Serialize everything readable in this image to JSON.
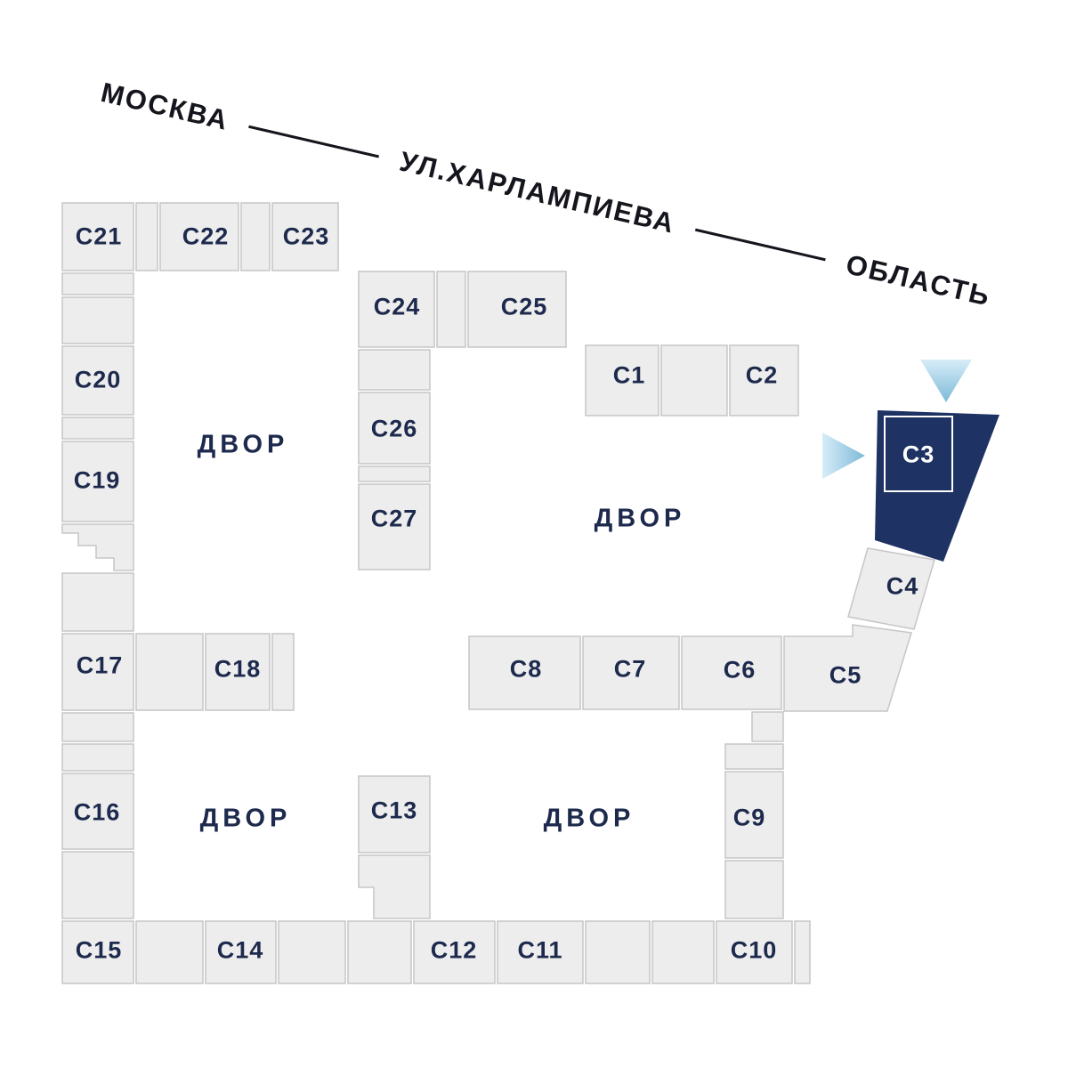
{
  "street": {
    "left": "МОСКВА",
    "middle": "УЛ.ХАРЛАМПИЕВА",
    "right": "ОБЛАСТЬ"
  },
  "labels": {
    "courtyard": "ДВОР"
  },
  "buildings": {
    "c1": {
      "label": "С1"
    },
    "c2": {
      "label": "С2"
    },
    "c3": {
      "label": "С3",
      "highlighted": true
    },
    "c4": {
      "label": "С4"
    },
    "c5": {
      "label": "С5"
    },
    "c6": {
      "label": "С6"
    },
    "c7": {
      "label": "С7"
    },
    "c8": {
      "label": "С8"
    },
    "c9": {
      "label": "С9"
    },
    "c10": {
      "label": "С10"
    },
    "c11": {
      "label": "С11"
    },
    "c12": {
      "label": "С12"
    },
    "c13": {
      "label": "С13"
    },
    "c14": {
      "label": "С14"
    },
    "c15": {
      "label": "С15"
    },
    "c16": {
      "label": "С16"
    },
    "c17": {
      "label": "С17"
    },
    "c18": {
      "label": "С18"
    },
    "c19": {
      "label": "С19"
    },
    "c20": {
      "label": "С20"
    },
    "c21": {
      "label": "С21"
    },
    "c22": {
      "label": "С22"
    },
    "c23": {
      "label": "С23"
    },
    "c24": {
      "label": "С24"
    },
    "c25": {
      "label": "С25"
    },
    "c26": {
      "label": "С26"
    },
    "c27": {
      "label": "С27"
    }
  },
  "colors": {
    "building_fill": "#ededed",
    "building_stroke": "#c6c6c6",
    "label": "#1d2a4d",
    "highlight": "#1e3263",
    "highlight_label": "#ffffff",
    "street_text": "#15161d",
    "arrow_light": "#d7edf8",
    "arrow_dark": "#7db9d8"
  }
}
